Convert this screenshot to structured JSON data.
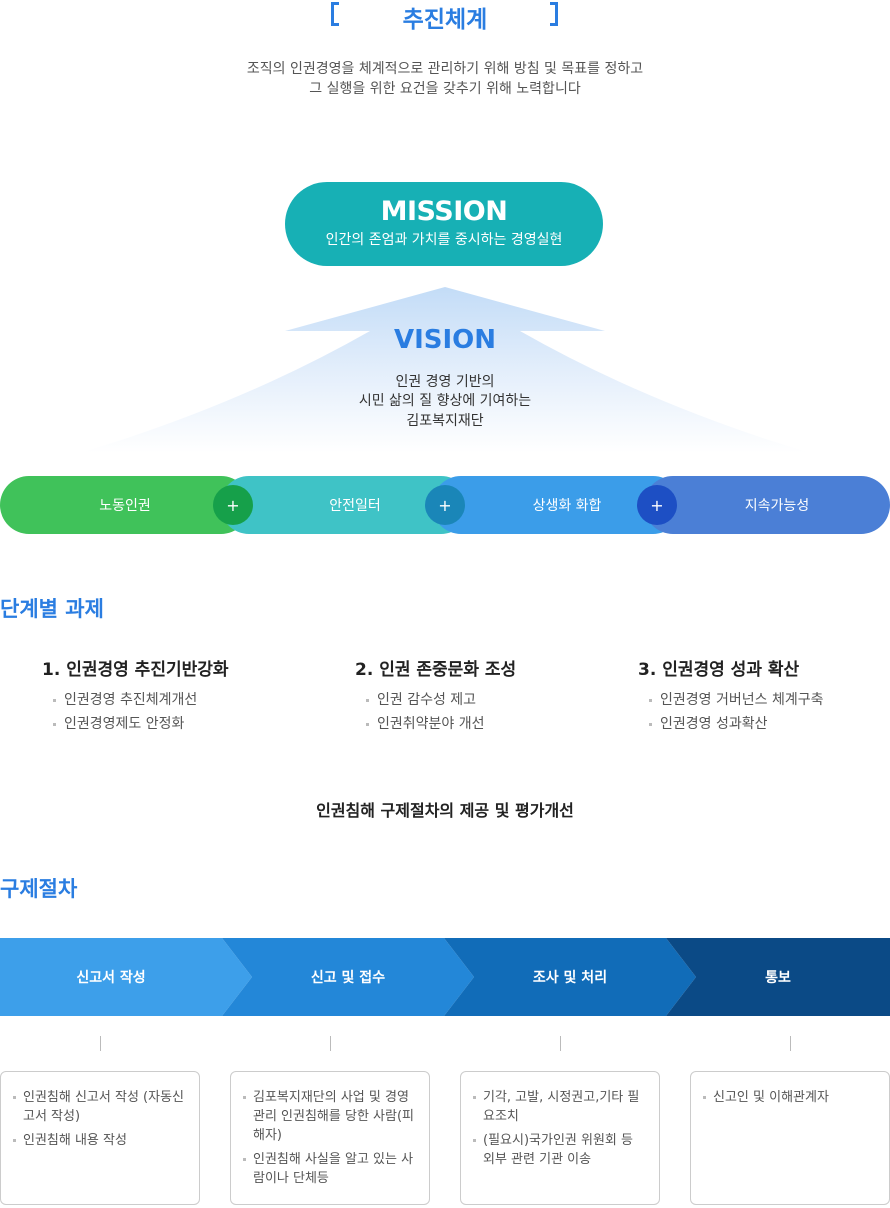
{
  "header": {
    "title": "추진체계",
    "desc_lines": [
      "조직의 인권경영을 체계적으로 관리하기 위해 방침 및 목표를 정하고",
      "그 실행을 위한 요건을 갖추기 위해 노력합니다"
    ]
  },
  "mission": {
    "title": "MISSION",
    "text": "인간의 존엄과 가치를 중시하는 경영실현"
  },
  "vision": {
    "title": "VISION",
    "lines": [
      "인권 경영 기반의",
      "시민 삶의 질 향상에 기여하는",
      "김포복지재단"
    ]
  },
  "values": [
    {
      "label": "노동인권",
      "color": "#40c25a"
    },
    {
      "label": "안전일터",
      "color": "#3fc3c6"
    },
    {
      "label": "상생화 화합",
      "color": "#3b9de9"
    },
    {
      "label": "지속가능성",
      "color": "#4b7fd6"
    }
  ],
  "plus": "+",
  "tasks": {
    "heading": "단계별 과제",
    "columns": [
      {
        "title": "1. 인권경영 추진기반강화",
        "items": [
          "인권경영 추진체계개선",
          "인권경영제도 안정화"
        ]
      },
      {
        "title": "2. 인권 존중문화 조성",
        "items": [
          "인권 감수성 제고",
          "인권취약분야 개선"
        ]
      },
      {
        "title": "3. 인권경영 성과 확산",
        "items": [
          "인권경영 거버넌스 체계구축",
          "인권경영 성과확산"
        ]
      }
    ],
    "footer": "인권침해 구제절차의 제공 및 평가개선"
  },
  "remedy": {
    "heading": "구제절차",
    "steps": [
      {
        "label": "신고서 작성",
        "color": "#3d9fea",
        "items": [
          "인권침해 신고서 작성 (자동신고서 작성)",
          "인권침해 내용 작성"
        ]
      },
      {
        "label": "신고 및 접수",
        "color": "#2387d8",
        "items": [
          "김포복지재단의 사업 및 경영관리 인권침해를 당한 사람(피해자)",
          "인권침해 사실을 알고 있는 사람이나 단체등"
        ]
      },
      {
        "label": "조사 및 처리",
        "color": "#116cb8",
        "items": [
          "기각, 고발, 시정권고,기타 필요조치",
          "(필요시)국가인권 위원회 등 외부 관련 기관 이송"
        ]
      },
      {
        "label": "통보",
        "color": "#0b4a86",
        "items": [
          "신고인 및 이해관계자"
        ]
      }
    ]
  }
}
